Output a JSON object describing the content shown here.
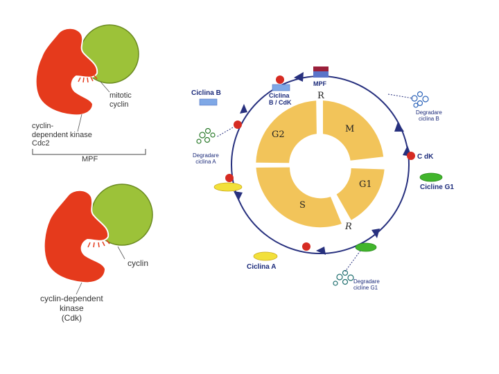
{
  "panel_top": {
    "mitotic_cyclin": [
      "mitotic",
      "cyclin"
    ],
    "kinase": [
      "cyclin-",
      "dependent kinase",
      "Cdc2"
    ],
    "complex": "MPF"
  },
  "panel_bottom": {
    "cyclin": "cyclin",
    "kinase": [
      "cyclin-dependent",
      "kinase",
      "(Cdk)"
    ]
  },
  "cycle": {
    "phases": {
      "m": "M",
      "g1": "G1",
      "s": "S",
      "g2": "G2"
    },
    "checkpoint_top": "R",
    "checkpoint_bottom": "R",
    "labels": {
      "ciclina_b": "Ciclina B",
      "ciclina_b_cdk": [
        "Ciclina",
        "B / CdK"
      ],
      "mpf": "MPF",
      "degradare_b": [
        "Degradare",
        "ciclina B"
      ],
      "cdk": "C dK",
      "cicline_g1": "Cicline G1",
      "degradare_g1": [
        "Degradare",
        "cicline G1"
      ],
      "ciclina_a": "Ciclina A",
      "degradare_a": [
        "Degradare",
        "ciclina A"
      ]
    }
  },
  "colors": {
    "kinase_red": "#e53a1c",
    "cyclin_green": "#9cc239",
    "phase_fill": "#f2c45a",
    "cycle_line": "#27307e",
    "dot_red": "#d62b22",
    "oval_yellow": "#f2e03a",
    "oval_green": "#41b52c",
    "rect_blue": "#7fa8e6"
  }
}
